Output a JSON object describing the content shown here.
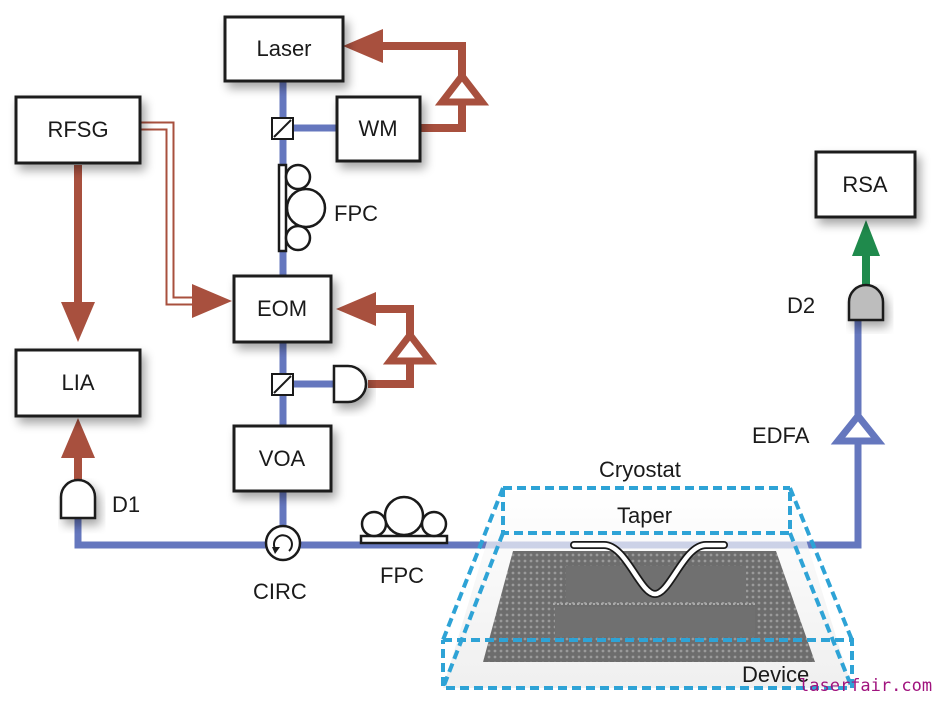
{
  "colors": {
    "optical_fiber": "#6577be",
    "electrical": "#a8503e",
    "rf_output": "#1f8a4c",
    "cryostat_dash": "#2ea3d6",
    "box_stroke": "#1a1a1a",
    "detector_d2_fill": "#bdbdbd",
    "watermark": "#a0137e"
  },
  "boxes": {
    "laser": "Laser",
    "wm": "WM",
    "rfsg": "RFSG",
    "eom": "EOM",
    "lia": "LIA",
    "voa": "VOA",
    "rsa": "RSA"
  },
  "labels": {
    "fpc_top": "FPC",
    "fpc_bottom": "FPC",
    "circ": "CIRC",
    "d1": "D1",
    "d2": "D2",
    "edfa": "EDFA",
    "cryostat": "Cryostat",
    "taper": "Taper",
    "device": "Device"
  },
  "icons": {
    "beam_splitter": "beam-splitter-icon",
    "polarization_controller": "fiber-polarization-controller-icon",
    "amplifier": "amplifier-triangle-icon",
    "photodetector": "photodetector-icon",
    "circulator": "circulator-icon"
  },
  "watermark": "laserfair.com"
}
